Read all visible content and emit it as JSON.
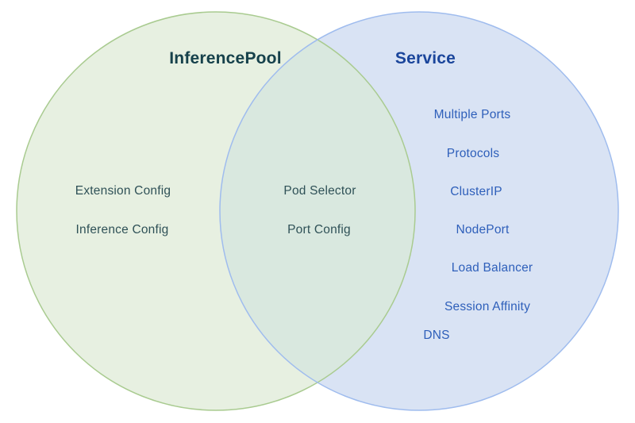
{
  "diagram": {
    "left": {
      "title": "InferencePool",
      "items": [
        "Extension Config",
        "Inference Config"
      ]
    },
    "overlap": {
      "items": [
        "Pod Selector",
        "Port Config"
      ]
    },
    "right": {
      "title": "Service",
      "items": [
        "Multiple Ports",
        "Protocols",
        "ClusterIP",
        "NodePort",
        "Load Balancer",
        "Session Affinity",
        "DNS"
      ]
    },
    "colors": {
      "green_fill": "#e7f0e1",
      "green_stroke": "#a9cb90",
      "blue_fill": "#d9e3f4",
      "blue_stroke": "#9fbcee",
      "overlap_fill": "#d9e8df",
      "left_title_text": "#16414b",
      "left_item_text": "#2f5157",
      "right_title_text": "#1a459b",
      "right_item_text": "#2e5fba"
    }
  }
}
